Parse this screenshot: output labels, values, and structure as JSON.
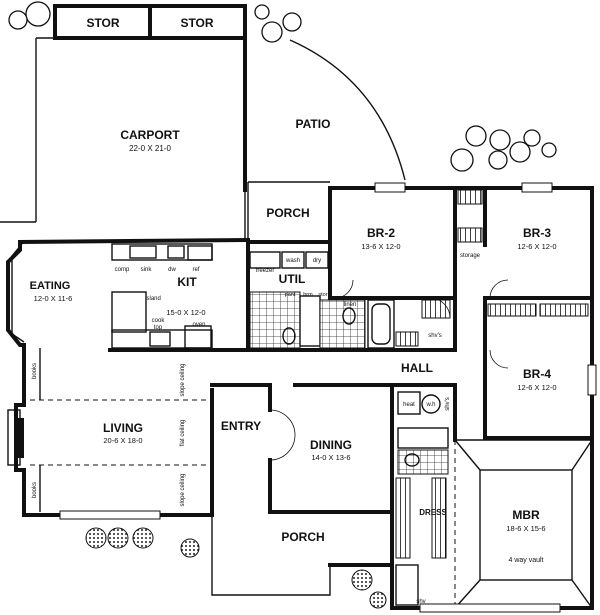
{
  "rooms": {
    "stor1": "STOR",
    "stor2": "STOR",
    "carport": {
      "name": "CARPORT",
      "size": "22-0 X 21-0"
    },
    "patio": "PATIO",
    "porch_top": "PORCH",
    "br2": {
      "name": "BR-2",
      "size": "13-6 X 12-0"
    },
    "br3": {
      "name": "BR-3",
      "size": "12-6 X 12-0"
    },
    "br4": {
      "name": "BR-4",
      "size": "12-6 X 12-0"
    },
    "eating": {
      "name": "EATING",
      "size": "12-0 X 11-6"
    },
    "kit": {
      "name": "KIT",
      "size": "15-0 X 12-0"
    },
    "util": "UTIL",
    "hall": "HALL",
    "living": {
      "name": "LIVING",
      "size": "20-6 X 18-0"
    },
    "entry": "ENTRY",
    "dining": {
      "name": "DINING",
      "size": "14-0 X 13-6"
    },
    "porch_bottom": "PORCH",
    "mbr": {
      "name": "MBR",
      "size": "18-6 X 15-6",
      "note": "4 way vault"
    },
    "dress": "DRESS"
  },
  "fixtures": {
    "comp": "comp",
    "sink": "sink",
    "dw": "dw",
    "ref": "ref",
    "island": "island",
    "cooktop": "cook",
    "cooktop2": "top",
    "oven": "oven",
    "freezer": "freezer",
    "wash": "wash",
    "dry": "dry",
    "pantry": "pant",
    "broom": "brm",
    "stor": "stor",
    "linen": "linen",
    "storage": "storage",
    "shvs1": "shv's",
    "shvs2": "shv's",
    "heat": "heat",
    "wh": "w.h",
    "shv": "shv",
    "books1": "books",
    "books2": "books",
    "slope1": "slope ceiling",
    "flat": "flat ceiling",
    "slope2": "slope ceiling"
  }
}
